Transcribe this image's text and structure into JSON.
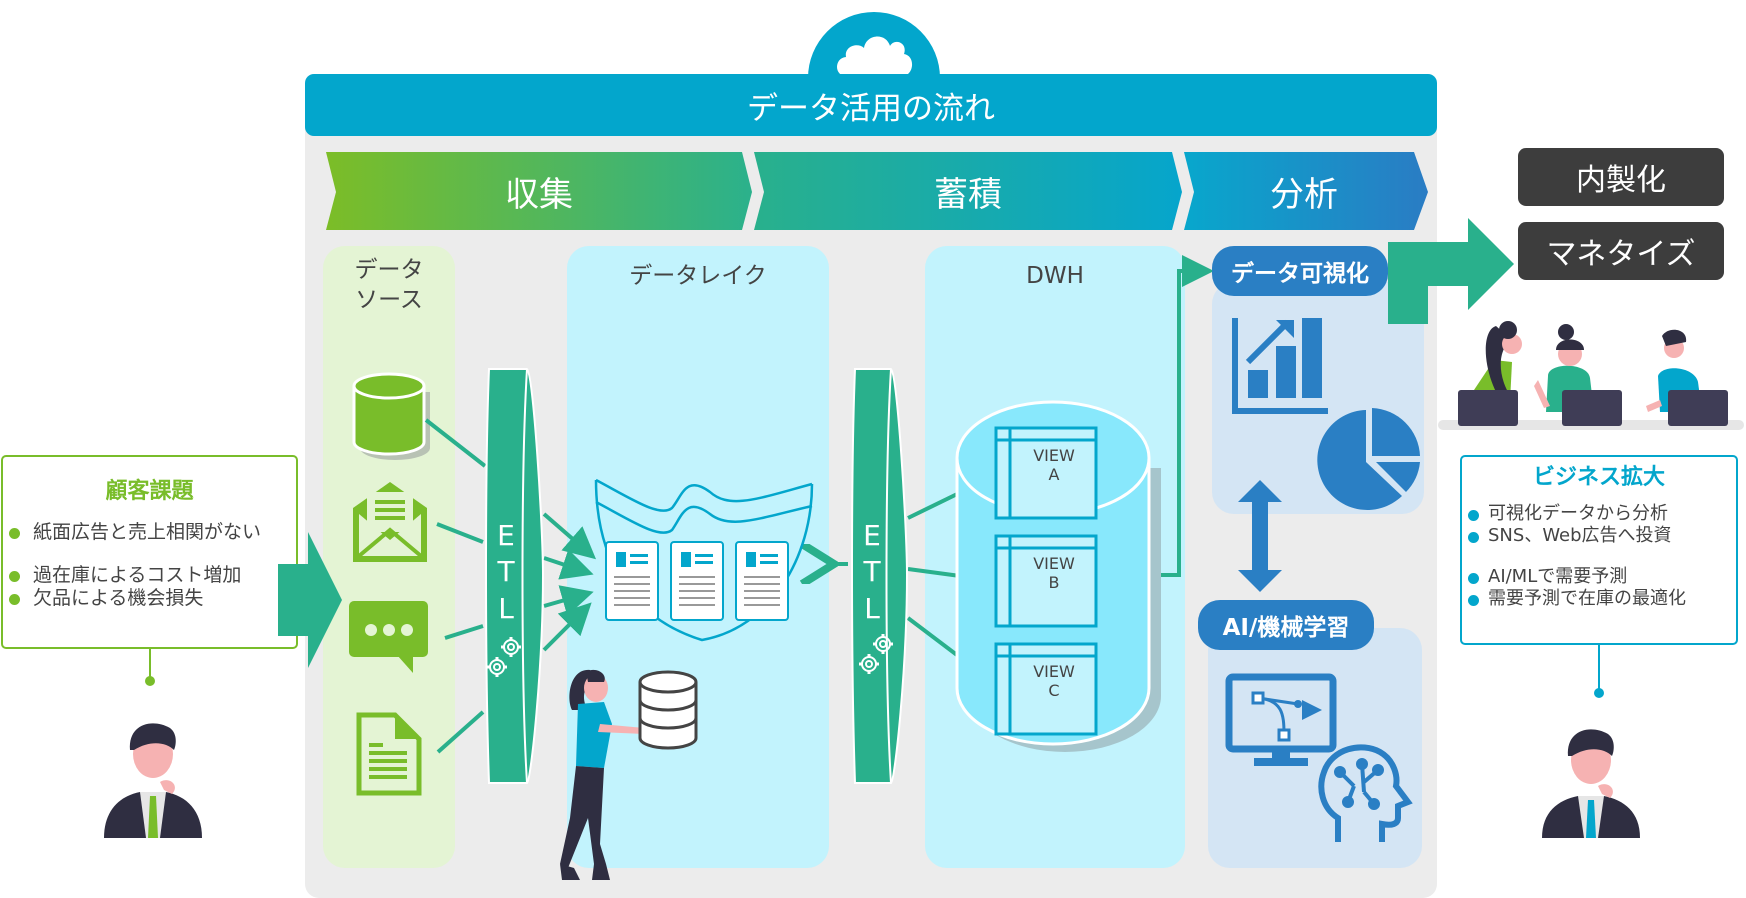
{
  "header": {
    "title": "データ活用の流れ",
    "icon": "cloud-icon"
  },
  "phases": [
    {
      "label": "収集"
    },
    {
      "label": "蓄積"
    },
    {
      "label": "分析"
    }
  ],
  "columns": {
    "data_source": {
      "title_line1": "データ",
      "title_line2": "ソース",
      "icons": [
        "database-icon",
        "mail-icon",
        "chat-icon",
        "document-icon"
      ]
    },
    "etl_left": {
      "letters": [
        "E",
        "T",
        "L"
      ],
      "icon": "gear-icon"
    },
    "data_lake": {
      "title": "データレイク"
    },
    "etl_right": {
      "letters": [
        "E",
        "T",
        "L"
      ],
      "icon": "gear-icon"
    },
    "dwh": {
      "title": "DWH",
      "views": [
        {
          "line1": "VIEW",
          "line2": "A"
        },
        {
          "line1": "VIEW",
          "line2": "B"
        },
        {
          "line1": "VIEW",
          "line2": "C"
        }
      ]
    },
    "analysis": {
      "visualization_label": "データ可視化",
      "ml_label": "AI/機械学習"
    }
  },
  "outcomes": {
    "in_house": "内製化",
    "monetize": "マネタイズ"
  },
  "customer_issues": {
    "title": "顧客課題",
    "items": [
      "紙面広告と売上相関がない",
      "過在庫によるコスト増加",
      "欠品による機会損失"
    ]
  },
  "business_expansion": {
    "title": "ビジネス拡大",
    "items": [
      "可視化データから分析",
      "SNS、Web広告へ投資",
      "AI/MLで需要予測",
      "需要予測で在庫の最適化"
    ]
  },
  "colors": {
    "title_blue": "#03a6cc",
    "green": "#79bd2a",
    "teal": "#29b08c",
    "analysis_blue": "#2a7fc4",
    "lake_bg": "#c2f3fd",
    "source_bg": "#e4f4d4",
    "dark": "#3d3d3d"
  }
}
